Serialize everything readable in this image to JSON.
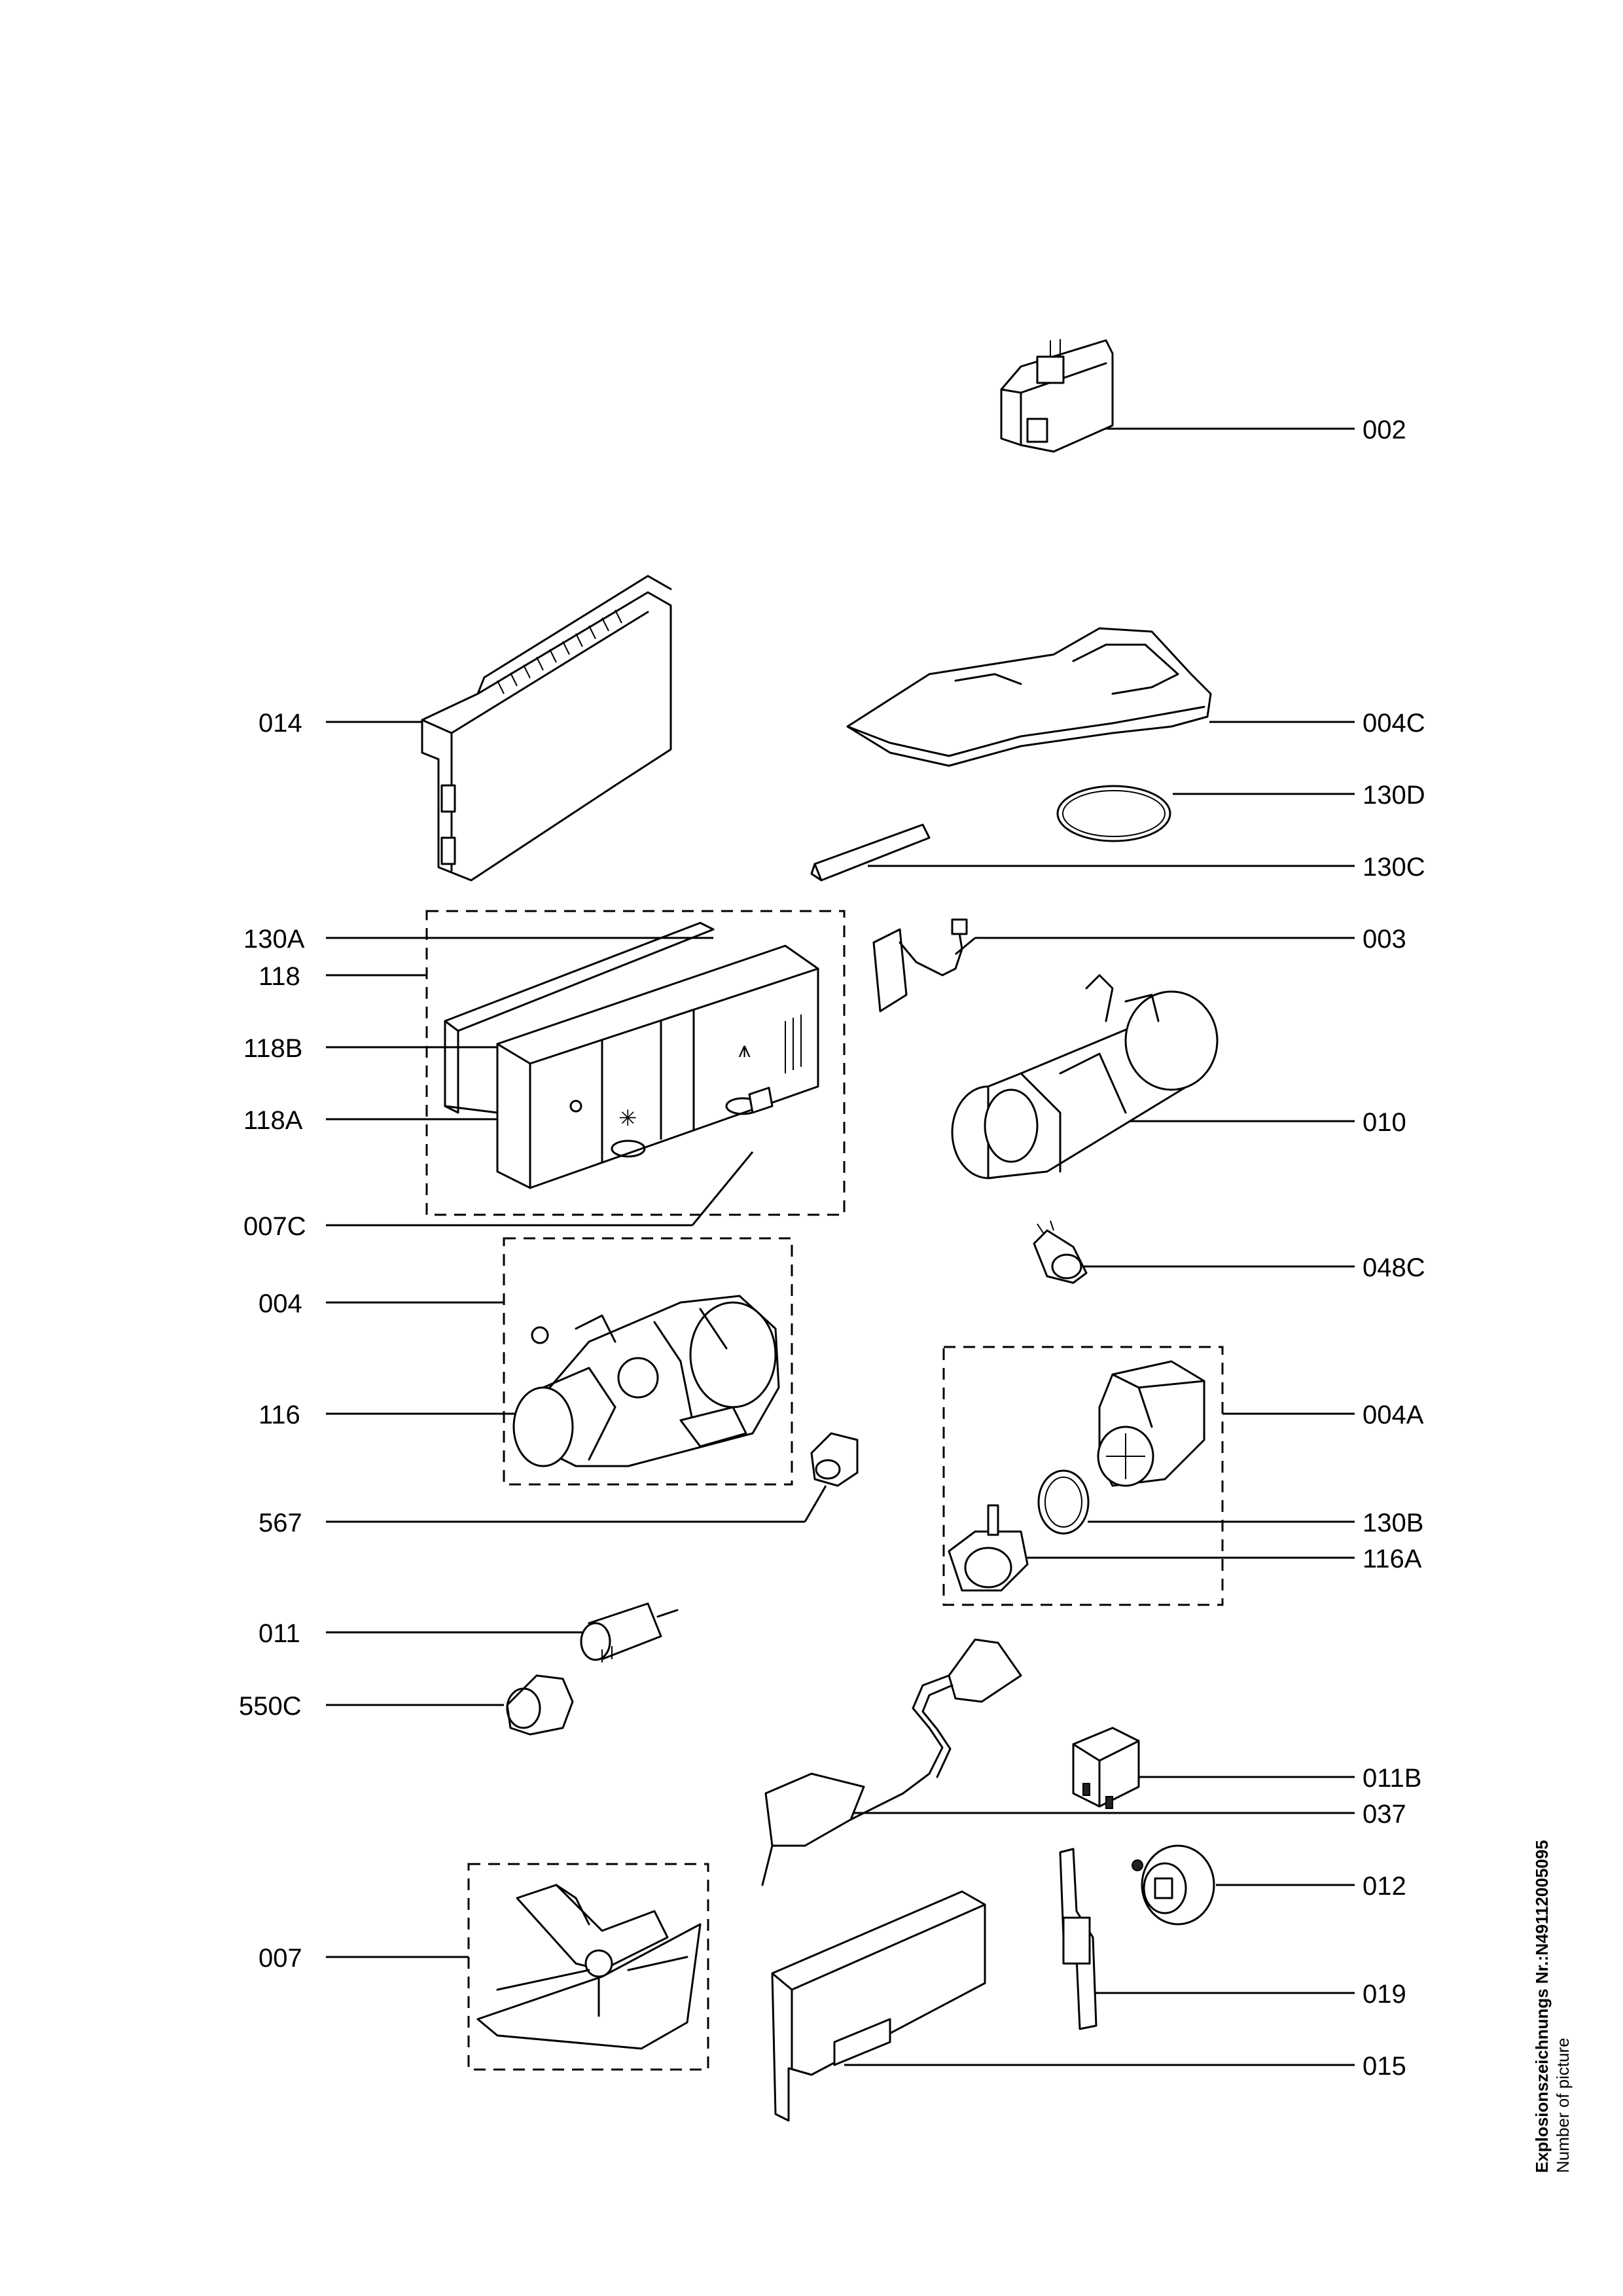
{
  "labels": [
    {
      "id": "l002",
      "text": "002"
    },
    {
      "id": "l014",
      "text": "014"
    },
    {
      "id": "l004C",
      "text": "004C"
    },
    {
      "id": "l130D",
      "text": "130D"
    },
    {
      "id": "l130C",
      "text": "130C"
    },
    {
      "id": "l130A",
      "text": "130A"
    },
    {
      "id": "l118",
      "text": "118"
    },
    {
      "id": "l003",
      "text": "003"
    },
    {
      "id": "l118B",
      "text": "118B"
    },
    {
      "id": "l118A",
      "text": "118A"
    },
    {
      "id": "l010",
      "text": "010"
    },
    {
      "id": "l007C",
      "text": "007C"
    },
    {
      "id": "l048C",
      "text": "048C"
    },
    {
      "id": "l004",
      "text": "004"
    },
    {
      "id": "l116",
      "text": "116"
    },
    {
      "id": "l004A",
      "text": "004A"
    },
    {
      "id": "l567",
      "text": "567"
    },
    {
      "id": "l130B",
      "text": "130B"
    },
    {
      "id": "l116A",
      "text": "116A"
    },
    {
      "id": "l011",
      "text": "011"
    },
    {
      "id": "l550C",
      "text": "550C"
    },
    {
      "id": "l011B",
      "text": "011B"
    },
    {
      "id": "l037",
      "text": "037"
    },
    {
      "id": "l012",
      "text": "012"
    },
    {
      "id": "l007",
      "text": "007"
    },
    {
      "id": "l019",
      "text": "019"
    },
    {
      "id": "l015",
      "text": "015"
    }
  ],
  "footer": {
    "drawing_number": "Explosionszeichnungs  Nr.:N49112005095",
    "picture_caption": "Number of picture"
  }
}
